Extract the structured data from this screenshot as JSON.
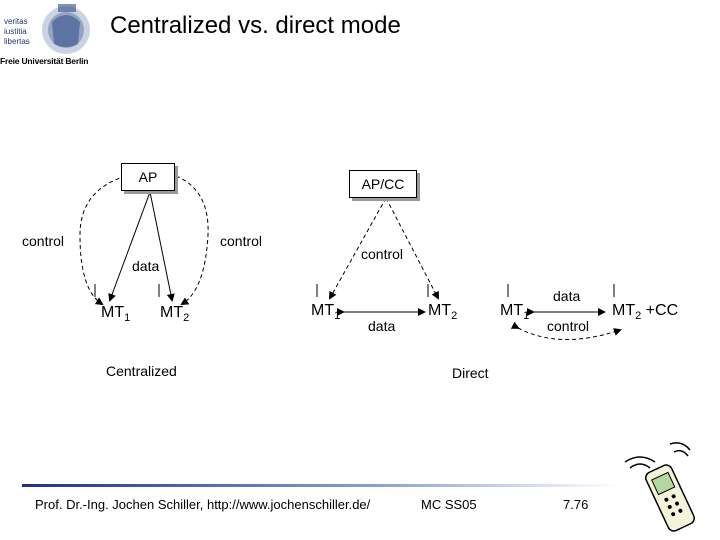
{
  "slide": {
    "title": "Centralized vs. direct mode",
    "logo": {
      "lines": [
        "veritas",
        "iustitia",
        "libertas"
      ],
      "university": "Freie Universität Berlin"
    }
  },
  "diagram": {
    "centralized": {
      "ap": "AP",
      "control_left": "control",
      "control_right": "control",
      "data": "data",
      "mt1": "MT",
      "mt1_sub": "1",
      "mt2": "MT",
      "mt2_sub": "2",
      "caption": "Centralized"
    },
    "direct": {
      "apcc": "AP/CC",
      "control_top": "control",
      "mt1": "MT",
      "mt1_sub": "1",
      "data_mid": "data",
      "mt2": "MT",
      "mt2_sub": "2",
      "mt1b": "MT",
      "mt1b_sub": "1",
      "data_top": "data",
      "control_bottom": "control",
      "mt2cc": "MT",
      "mt2cc_sub": "2",
      "mt2cc_suffix": " +CC",
      "caption": "Direct"
    }
  },
  "footer": {
    "author": "Prof. Dr.-Ing. Jochen Schiller, http://www.jochenschiller.de/",
    "course": "MC SS05",
    "page": "7.76"
  }
}
